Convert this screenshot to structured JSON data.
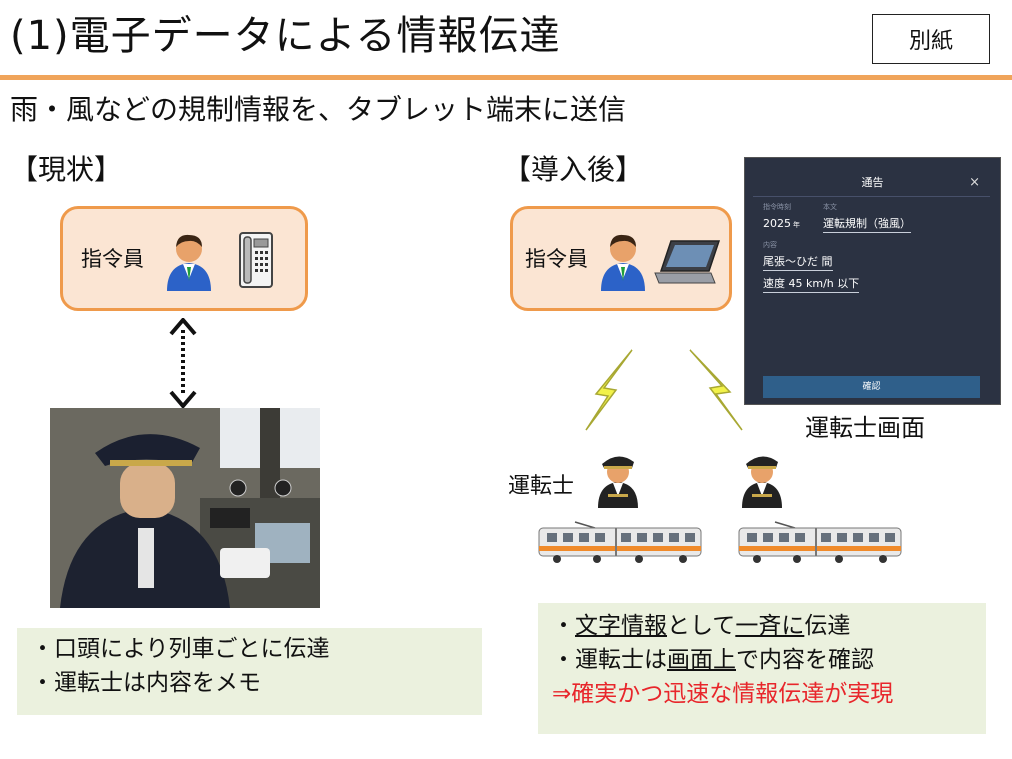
{
  "header": {
    "title": "(1)電子データによる情報伝達",
    "badge": "別紙"
  },
  "subtitle": "雨・風などの規制情報を、タブレット端末に送信",
  "current": {
    "heading": "【現状】",
    "dispatcher_label": "指令員",
    "notes": [
      "・口頭により列車ごとに伝達",
      "・運転士は内容をメモ"
    ]
  },
  "after": {
    "heading": "【導入後】",
    "dispatcher_label": "指令員",
    "driver_label": "運転士",
    "screen_caption": "運転士画面",
    "notes": {
      "line1": {
        "prefix": "・",
        "u1": "文字情報",
        "mid": "として",
        "u2": "一斉に",
        "suffix": "伝達"
      },
      "line2": {
        "prefix": "・運転士は",
        "u1": "画面上",
        "suffix": "で内容を確認"
      },
      "line3": "⇒確実かつ迅速な情報伝達が実現"
    }
  },
  "tablet": {
    "header_title": "通告",
    "close_glyph": "×",
    "date_label": "指令時刻",
    "date_value": "2025",
    "date_suffix": "年",
    "body_label": "本文",
    "body_value": "運転規制（強風）",
    "content_label": "内容",
    "line1": "尾張～ひだ 間",
    "line2": "速度 45 km/h 以下",
    "confirm_button": "確認"
  },
  "colors": {
    "accent_orange": "#f0a45a",
    "box_fill": "#fbe5d3",
    "note_fill": "#ebf1de",
    "result_red": "#e8262b",
    "tablet_bg": "#2b3242",
    "lightning": "#f2f24a"
  }
}
